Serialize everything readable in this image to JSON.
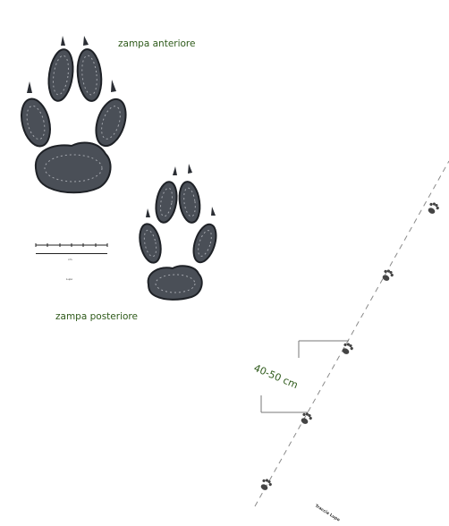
{
  "labels": {
    "front_paw": "zampa anteriore",
    "hind_paw": "zampa posteriore",
    "stride_distance": "40-50 cm",
    "trail_caption": "Traccia Lupo",
    "scale_caption": "Lupo",
    "scale_unit": "cm"
  },
  "colors": {
    "label_green": "#2e5a1a",
    "print_dark": "#1e2126",
    "print_fill": "#4a4f57",
    "trail_line": "#888888"
  }
}
